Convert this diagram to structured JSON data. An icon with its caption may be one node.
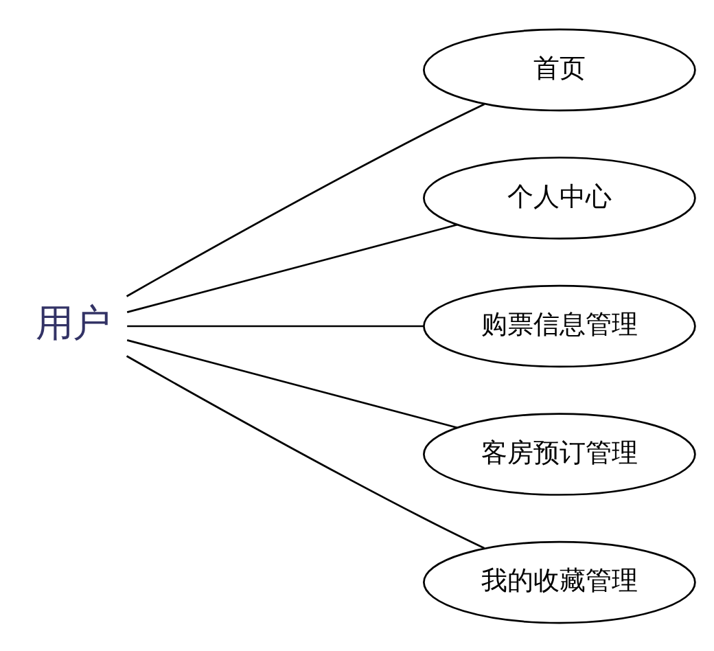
{
  "diagram": {
    "nodes": [
      {
        "text": [
          "用户"
        ]
      },
      {
        "text": [
          "首页"
        ]
      },
      {
        "text": [
          "个人中心"
        ]
      },
      {
        "text": [
          "购票信息管理"
        ]
      },
      {
        "text": [
          "客房预订管理"
        ]
      },
      {
        "text": [
          "我的收藏管理"
        ]
      }
    ],
    "edges": [
      {
        "from": 0,
        "to": 1,
        "arrow": "none"
      },
      {
        "from": 0,
        "to": 2,
        "arrow": "none"
      },
      {
        "from": 0,
        "to": 3,
        "arrow": "none"
      },
      {
        "from": 0,
        "to": 4,
        "arrow": "none"
      },
      {
        "from": 0,
        "to": 5,
        "arrow": "none"
      }
    ]
  }
}
